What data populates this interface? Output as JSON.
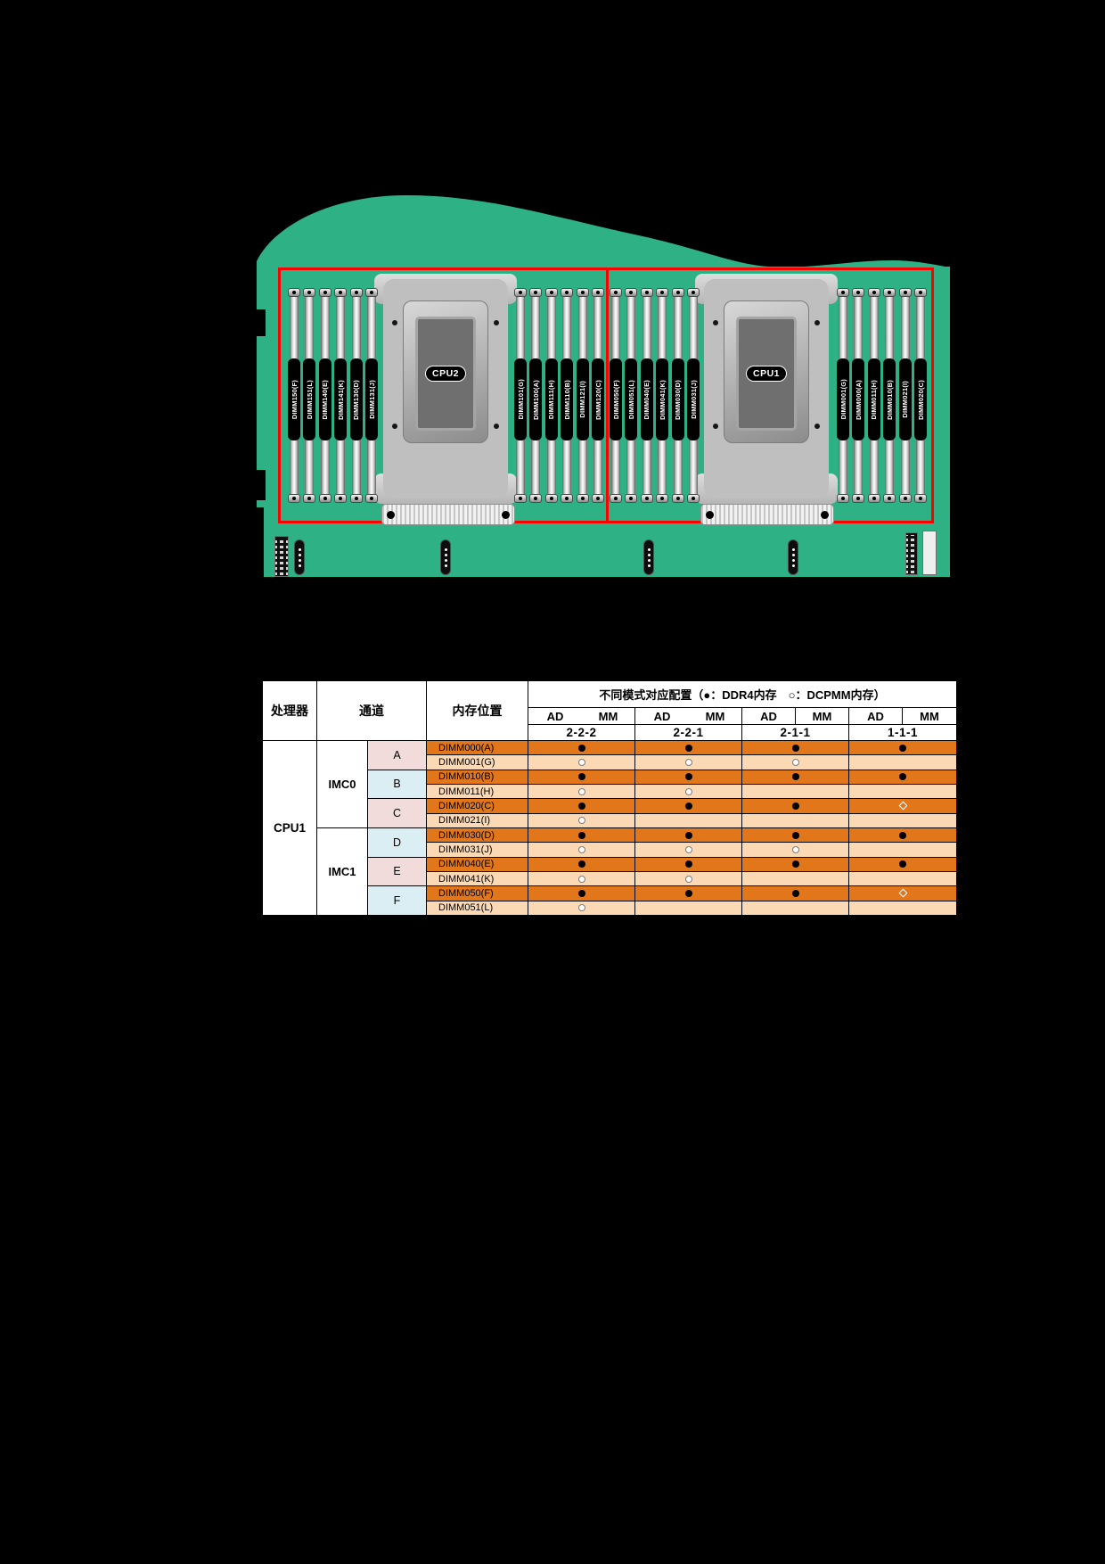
{
  "figure": {
    "board": {
      "pcb_color": "#2EB185",
      "highlight_color": "#FF0000",
      "cpu_sockets": [
        {
          "label": "CPU2"
        },
        {
          "label": "CPU1"
        }
      ],
      "dimm_groups": [
        {
          "slots": [
            "DIMM150(F)",
            "DIMM151(L)",
            "DIMM140(E)",
            "DIMM141(K)",
            "DIMM130(D)",
            "DIMM131(J)"
          ]
        },
        {
          "slots": [
            "DIMM101(G)",
            "DIMM100(A)",
            "DIMM111(H)",
            "DIMM110(B)",
            "DIMM121(I)",
            "DIMM120(C)"
          ]
        },
        {
          "slots": [
            "DIMM050(F)",
            "DIMM051(L)",
            "DIMM040(E)",
            "DIMM041(K)",
            "DIMM030(D)",
            "DIMM031(J)"
          ]
        },
        {
          "slots": [
            "DIMM001(G)",
            "DIMM000(A)",
            "DIMM011(H)",
            "DIMM010(B)",
            "DIMM021(I)",
            "DIMM020(C)"
          ]
        }
      ]
    },
    "table": {
      "colors": {
        "row_primary": "#E2761B",
        "row_secondary": "#FBD9B5",
        "channel_pink": "#F2DCDB",
        "channel_blue": "#DAEEF3"
      },
      "header": {
        "processor": "处理器",
        "channel": "通道",
        "location": "内存位置",
        "modes_title": "不同模式对应配置（●：DDR4内存　○：DCPMM内存）",
        "ad": "AD",
        "mm": "MM",
        "mode_labels": [
          "2-2-2",
          "2-2-1",
          "2-1-1",
          "1-1-1"
        ]
      },
      "legend": {
        "dot_symbol": "●",
        "dot_meaning": "DDR4内存",
        "circle_symbol": "○",
        "circle_meaning": "DCPMM内存",
        "diamond_symbol": "◇"
      },
      "processor": "CPU1",
      "imcs": [
        {
          "label": "IMC0"
        },
        {
          "label": "IMC1"
        }
      ],
      "channels": [
        {
          "letter": "A",
          "color_key": "channel_pink"
        },
        {
          "letter": "B",
          "color_key": "channel_blue"
        },
        {
          "letter": "C",
          "color_key": "channel_pink"
        },
        {
          "letter": "D",
          "color_key": "channel_blue"
        },
        {
          "letter": "E",
          "color_key": "channel_pink"
        },
        {
          "letter": "F",
          "color_key": "channel_blue"
        }
      ],
      "rows": [
        {
          "dimm": "DIMM000(A)",
          "tone": "primary",
          "marks": [
            "dot",
            "dot",
            "dot",
            "dot"
          ]
        },
        {
          "dimm": "DIMM001(G)",
          "tone": "secondary",
          "marks": [
            "circle",
            "circle",
            "circle",
            ""
          ]
        },
        {
          "dimm": "DIMM010(B)",
          "tone": "primary",
          "marks": [
            "dot",
            "dot",
            "dot",
            "dot"
          ]
        },
        {
          "dimm": "DIMM011(H)",
          "tone": "secondary",
          "marks": [
            "circle",
            "circle",
            "",
            ""
          ]
        },
        {
          "dimm": "DIMM020(C)",
          "tone": "primary",
          "marks": [
            "dot",
            "dot",
            "dot",
            "diamond"
          ]
        },
        {
          "dimm": "DIMM021(I)",
          "tone": "secondary",
          "marks": [
            "circle",
            "",
            "",
            ""
          ]
        },
        {
          "dimm": "DIMM030(D)",
          "tone": "primary",
          "marks": [
            "dot",
            "dot",
            "dot",
            "dot"
          ]
        },
        {
          "dimm": "DIMM031(J)",
          "tone": "secondary",
          "marks": [
            "circle",
            "circle",
            "circle",
            ""
          ]
        },
        {
          "dimm": "DIMM040(E)",
          "tone": "primary",
          "marks": [
            "dot",
            "dot",
            "dot",
            "dot"
          ]
        },
        {
          "dimm": "DIMM041(K)",
          "tone": "secondary",
          "marks": [
            "circle",
            "circle",
            "",
            ""
          ]
        },
        {
          "dimm": "DIMM050(F)",
          "tone": "primary",
          "marks": [
            "dot",
            "dot",
            "dot",
            "diamond"
          ]
        },
        {
          "dimm": "DIMM051(L)",
          "tone": "secondary",
          "marks": [
            "circle",
            "",
            "",
            ""
          ]
        }
      ]
    }
  }
}
